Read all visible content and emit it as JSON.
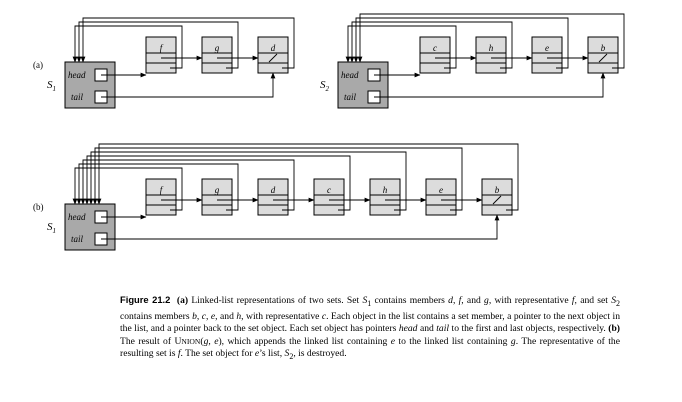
{
  "figure": {
    "part_a_label": "(a)",
    "part_b_label": "(b)",
    "head_label": "head",
    "tail_label": "tail",
    "nil_symbol": "/",
    "part_a": {
      "s1": {
        "name": "S",
        "subscript": "1",
        "members": [
          "f",
          "g",
          "d"
        ]
      },
      "s2": {
        "name": "S",
        "subscript": "2",
        "members": [
          "c",
          "h",
          "e",
          "b"
        ]
      }
    },
    "part_b": {
      "s1": {
        "name": "S",
        "subscript": "1",
        "members": [
          "f",
          "g",
          "d",
          "c",
          "h",
          "e",
          "b"
        ]
      }
    }
  },
  "caption": {
    "figure_number": "Figure 21.2",
    "text_html": "<b>(a)</b> Linked-list representations of two sets. Set <i>S</i><sub>1</sub> contains members <i>d</i>, <i>f</i>, and <i>g</i>, with representative <i>f</i>, and set <i>S</i><sub>2</sub> contains members <i>b</i>, <i>c</i>, <i>e</i>, and <i>h</i>, with representative <i>c</i>. Each object in the list contains a set member, a pointer to the next object in the list, and a pointer back to the set object. Each set object has pointers <i>head</i> and <i>tail</i> to the first and last objects, respectively. <b>(b)</b> The result of U<span style=\"font-size:7.6px\">NION</span>(<i>g</i>, <i>e</i>), which appends the linked list containing <i>e</i> to the linked list containing <i>g</i>. The representative of the resulting set is <i>f</i>. The set object for <i>e</i>’s list, <i>S</i><sub>2</sub>, is destroyed."
  }
}
